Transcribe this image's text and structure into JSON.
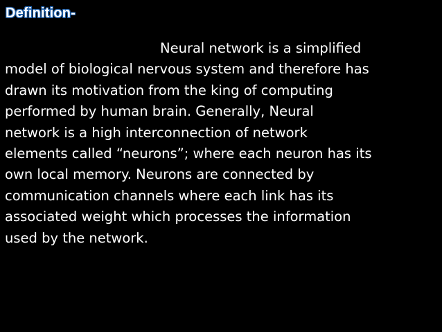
{
  "slide": {
    "heading": "Definition-",
    "body_lines": [
      "Neural network is a simplified",
      "model of biological nervous system and therefore has",
      "drawn its motivation from the king of computing",
      "performed by human brain. Generally, Neural",
      "network is a high interconnection of network",
      "elements called “neurons”; where each neuron has its",
      "own local memory. Neurons are connected by",
      "communication channels where each link has its",
      "associated weight which processes the information",
      "used by the network."
    ]
  },
  "colors": {
    "background": "#000000",
    "text": "#ffffff",
    "heading_outline": "#1f5fa8"
  }
}
